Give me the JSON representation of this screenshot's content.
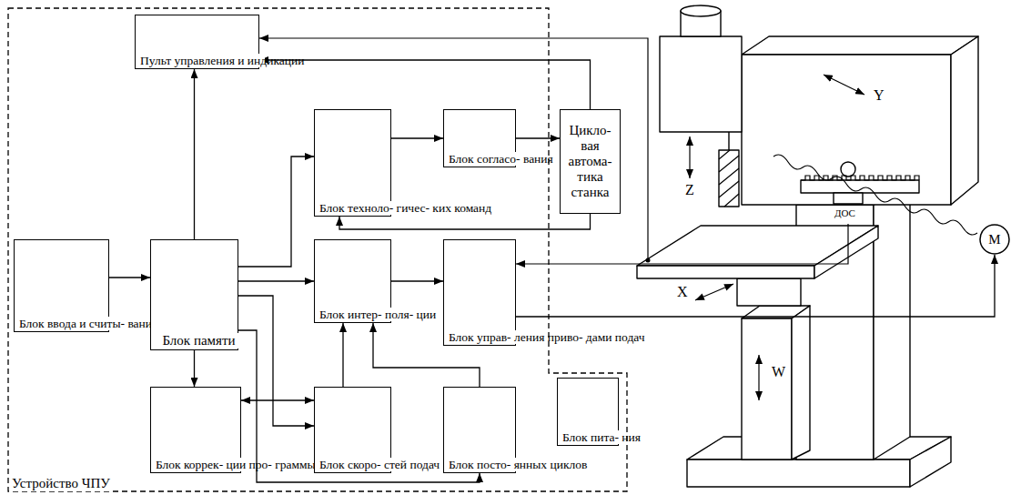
{
  "diagram": {
    "nodes": [
      {
        "text": [
          "Устройство ЧПУ"
        ]
      },
      {
        "text": [
          "Пульт управления и индикации"
        ],
        "in": 0
      },
      {
        "text": [
          "Блок техноло- гичес- ких команд"
        ],
        "in": 0
      },
      {
        "text": [
          "Блок согласо- вания"
        ],
        "in": 0
      },
      {
        "text": [
          "Цикло- вая автома- тика станка"
        ]
      },
      {
        "text": [
          "Блок ввода и считы- вания инфор- мации"
        ],
        "in": 0
      },
      {
        "text": [
          "Блок памяти"
        ],
        "in": 0
      },
      {
        "text": [
          "Блок интер- поля- ции"
        ],
        "in": 0
      },
      {
        "text": [
          "Блок управ- ления приво- дами подач"
        ],
        "in": 0
      },
      {
        "text": [
          "Блок коррек- ции про- граммы"
        ],
        "in": 0
      },
      {
        "text": [
          "Блок скоро- стей подач"
        ],
        "in": 0
      },
      {
        "text": [
          "Блок посто- янных циклов"
        ],
        "in": 0
      },
      {
        "text": [
          "Блок пита- ния"
        ],
        "in": 0
      },
      {
        "text": [
          "M"
        ]
      }
    ],
    "edges": [
      {
        "from": 6,
        "to": 1,
        "arrow": "to"
      },
      {
        "from": 5,
        "to": 6,
        "arrow": "to"
      },
      {
        "from": 6,
        "to": 2,
        "arrow": "to"
      },
      {
        "from": 2,
        "to": 3,
        "arrow": "to"
      },
      {
        "from": 3,
        "to": 4,
        "arrow": "to"
      },
      {
        "from": 4,
        "to": 2,
        "arrow": "to"
      },
      {
        "from": 4,
        "to": 1,
        "arrow": "to"
      },
      {
        "from": 6,
        "to": 7,
        "arrow": "to"
      },
      {
        "from": 7,
        "to": 8,
        "arrow": "to"
      },
      {
        "from": 10,
        "to": 7,
        "arrow": "to"
      },
      {
        "from": 11,
        "to": 7,
        "arrow": "to"
      },
      {
        "from": 6,
        "to": 9,
        "arrow": "to"
      },
      {
        "from": 6,
        "to": 10,
        "arrow": "to"
      },
      {
        "from": 9,
        "to": 10,
        "arrow": "both"
      },
      {
        "from": 6,
        "to": 11,
        "arrow": "to"
      },
      {
        "from": 8,
        "to": 13,
        "arrow": "to"
      }
    ],
    "labels": [
      "Y",
      "Z",
      "X",
      "W",
      "ДОС"
    ]
  }
}
